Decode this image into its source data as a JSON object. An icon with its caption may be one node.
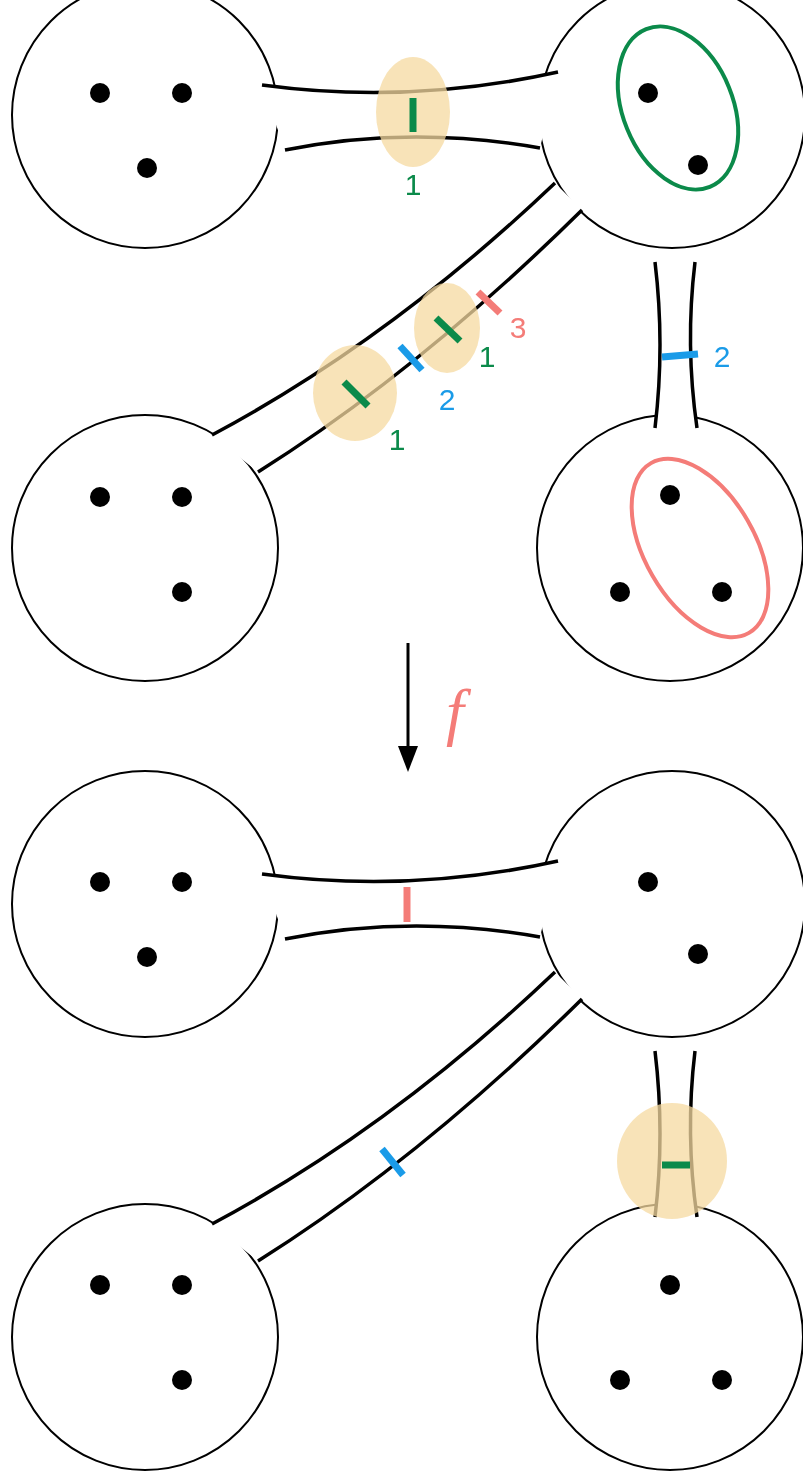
{
  "diagram": {
    "labels": [
      "1",
      "3",
      "1",
      "2",
      "2",
      "1",
      "f"
    ]
  }
}
